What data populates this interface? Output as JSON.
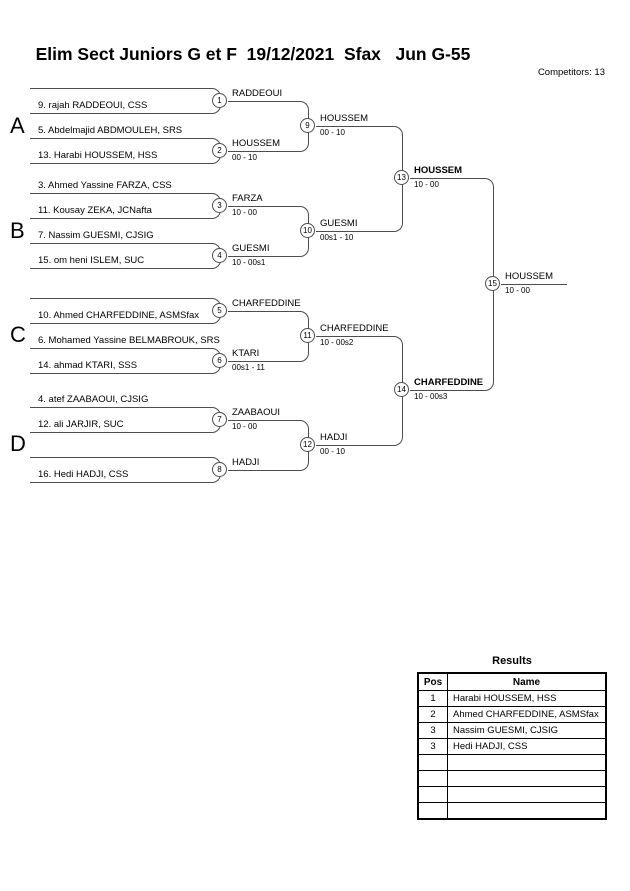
{
  "header": {
    "title": "Elim Sect Juniors G et F  19/12/2021  Sfax   Jun G-55",
    "competitors": "Competitors: 13"
  },
  "bracket": {
    "sections": [
      {
        "label": "A",
        "slots": [
          "",
          "9. rajah RADDEOUI, CSS",
          "5. Abdelmajid ABDMOULEH, SRS",
          "13. Harabi HOUSSEM, HSS"
        ]
      },
      {
        "label": "B",
        "slots": [
          "3. Ahmed Yassine FARZA, CSS",
          "11. Kousay ZEKA, JCNafta",
          "7. Nassim GUESMI, CJSIG",
          "15. om heni ISLEM, SUC"
        ]
      },
      {
        "label": "C",
        "slots": [
          "",
          "10. Ahmed CHARFEDDINE, ASMSfax",
          "6. Mohamed Yassine BELMABROUK, SRS",
          "14. ahmad KTARI, SSS"
        ]
      },
      {
        "label": "D",
        "slots": [
          "4. atef ZAABAOUI, CJSIG",
          "12. ali JARJIR, SUC",
          "",
          "16. Hedi HADJI, CSS"
        ]
      }
    ],
    "matches": [
      {
        "n": 1,
        "winner": "RADDEOUI",
        "score": ""
      },
      {
        "n": 2,
        "winner": "HOUSSEM",
        "score": "00 - 10"
      },
      {
        "n": 3,
        "winner": "FARZA",
        "score": "10 - 00"
      },
      {
        "n": 4,
        "winner": "GUESMI",
        "score": "10 - 00s1"
      },
      {
        "n": 5,
        "winner": "CHARFEDDINE",
        "score": ""
      },
      {
        "n": 6,
        "winner": "KTARI",
        "score": "00s1 - 11"
      },
      {
        "n": 7,
        "winner": "ZAABAOUI",
        "score": "10 - 00"
      },
      {
        "n": 8,
        "winner": "HADJI",
        "score": ""
      },
      {
        "n": 9,
        "winner": "HOUSSEM",
        "score": "00 - 10"
      },
      {
        "n": 10,
        "winner": "GUESMI",
        "score": "00s1 - 10"
      },
      {
        "n": 11,
        "winner": "CHARFEDDINE",
        "score": "10 - 00s2"
      },
      {
        "n": 12,
        "winner": "HADJI",
        "score": "00 - 10"
      },
      {
        "n": 13,
        "winner": "HOUSSEM",
        "score": "10 - 00",
        "bold": true
      },
      {
        "n": 14,
        "winner": "CHARFEDDINE",
        "score": "10 - 00s3",
        "bold": true
      },
      {
        "n": 15,
        "winner": "HOUSSEM",
        "score": "10 - 00"
      }
    ]
  },
  "results": {
    "title": "Results",
    "columns": [
      "Pos",
      "Name"
    ],
    "rows": [
      {
        "pos": "1",
        "name": "Harabi HOUSSEM, HSS"
      },
      {
        "pos": "2",
        "name": "Ahmed CHARFEDDINE, ASMSfax"
      },
      {
        "pos": "3",
        "name": "Nassim GUESMI, CJSIG"
      },
      {
        "pos": "3",
        "name": "Hedi HADJI, CSS"
      },
      {
        "pos": "",
        "name": ""
      },
      {
        "pos": "",
        "name": ""
      },
      {
        "pos": "",
        "name": ""
      },
      {
        "pos": "",
        "name": ""
      }
    ]
  }
}
